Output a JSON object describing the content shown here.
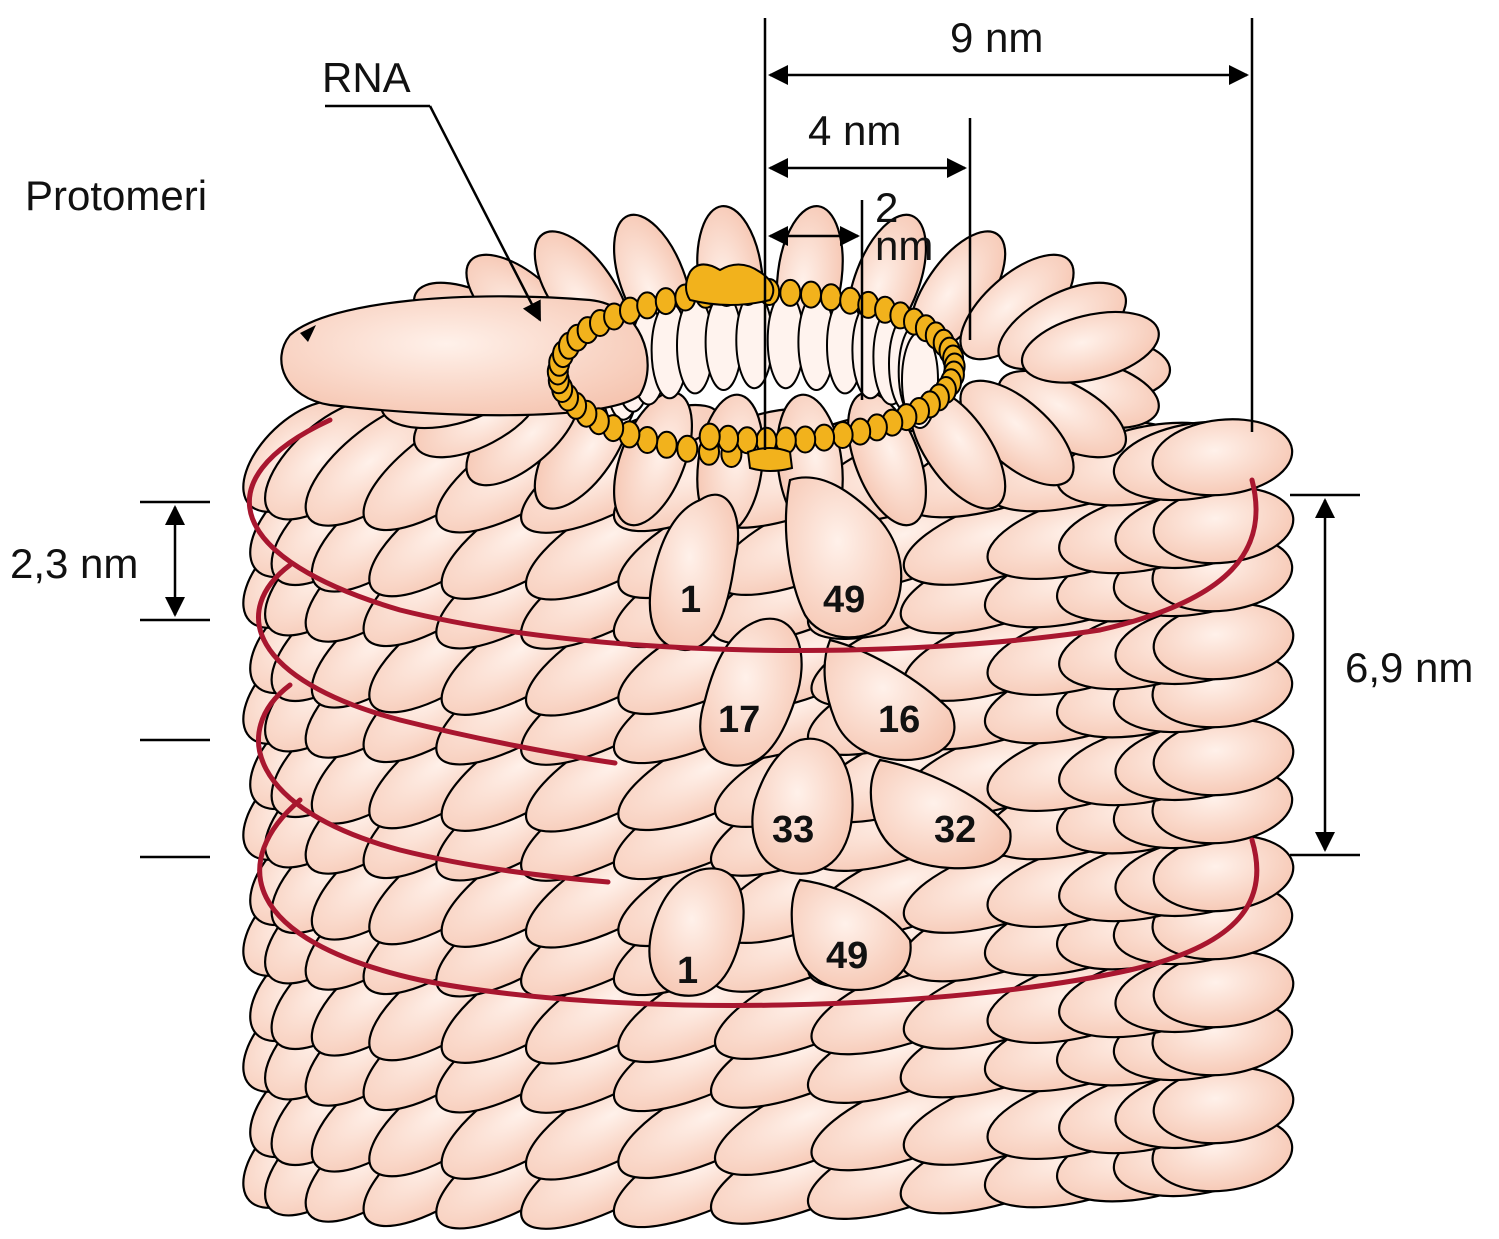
{
  "labels": {
    "rna": "RNA",
    "protomeri": "Protomeri",
    "dim_9nm": "9 nm",
    "dim_4nm": "4 nm",
    "dim_2nm_line1": "2",
    "dim_2nm_line2": "nm",
    "dim_2_3nm": "2,3 nm",
    "dim_6_9nm": "6,9 nm"
  },
  "subunit_numbers": {
    "n1_top": "1",
    "n49_top": "49",
    "n17": "17",
    "n16": "16",
    "n33": "33",
    "n32": "32",
    "n1_bottom": "1",
    "n49_bottom": "49"
  },
  "colors": {
    "protein_subunit": "#f7c9b6",
    "protein_highlight": "#fff1ea",
    "rna": "#f2b21c",
    "helix_line": "#a8162f",
    "outline": "#000000"
  }
}
